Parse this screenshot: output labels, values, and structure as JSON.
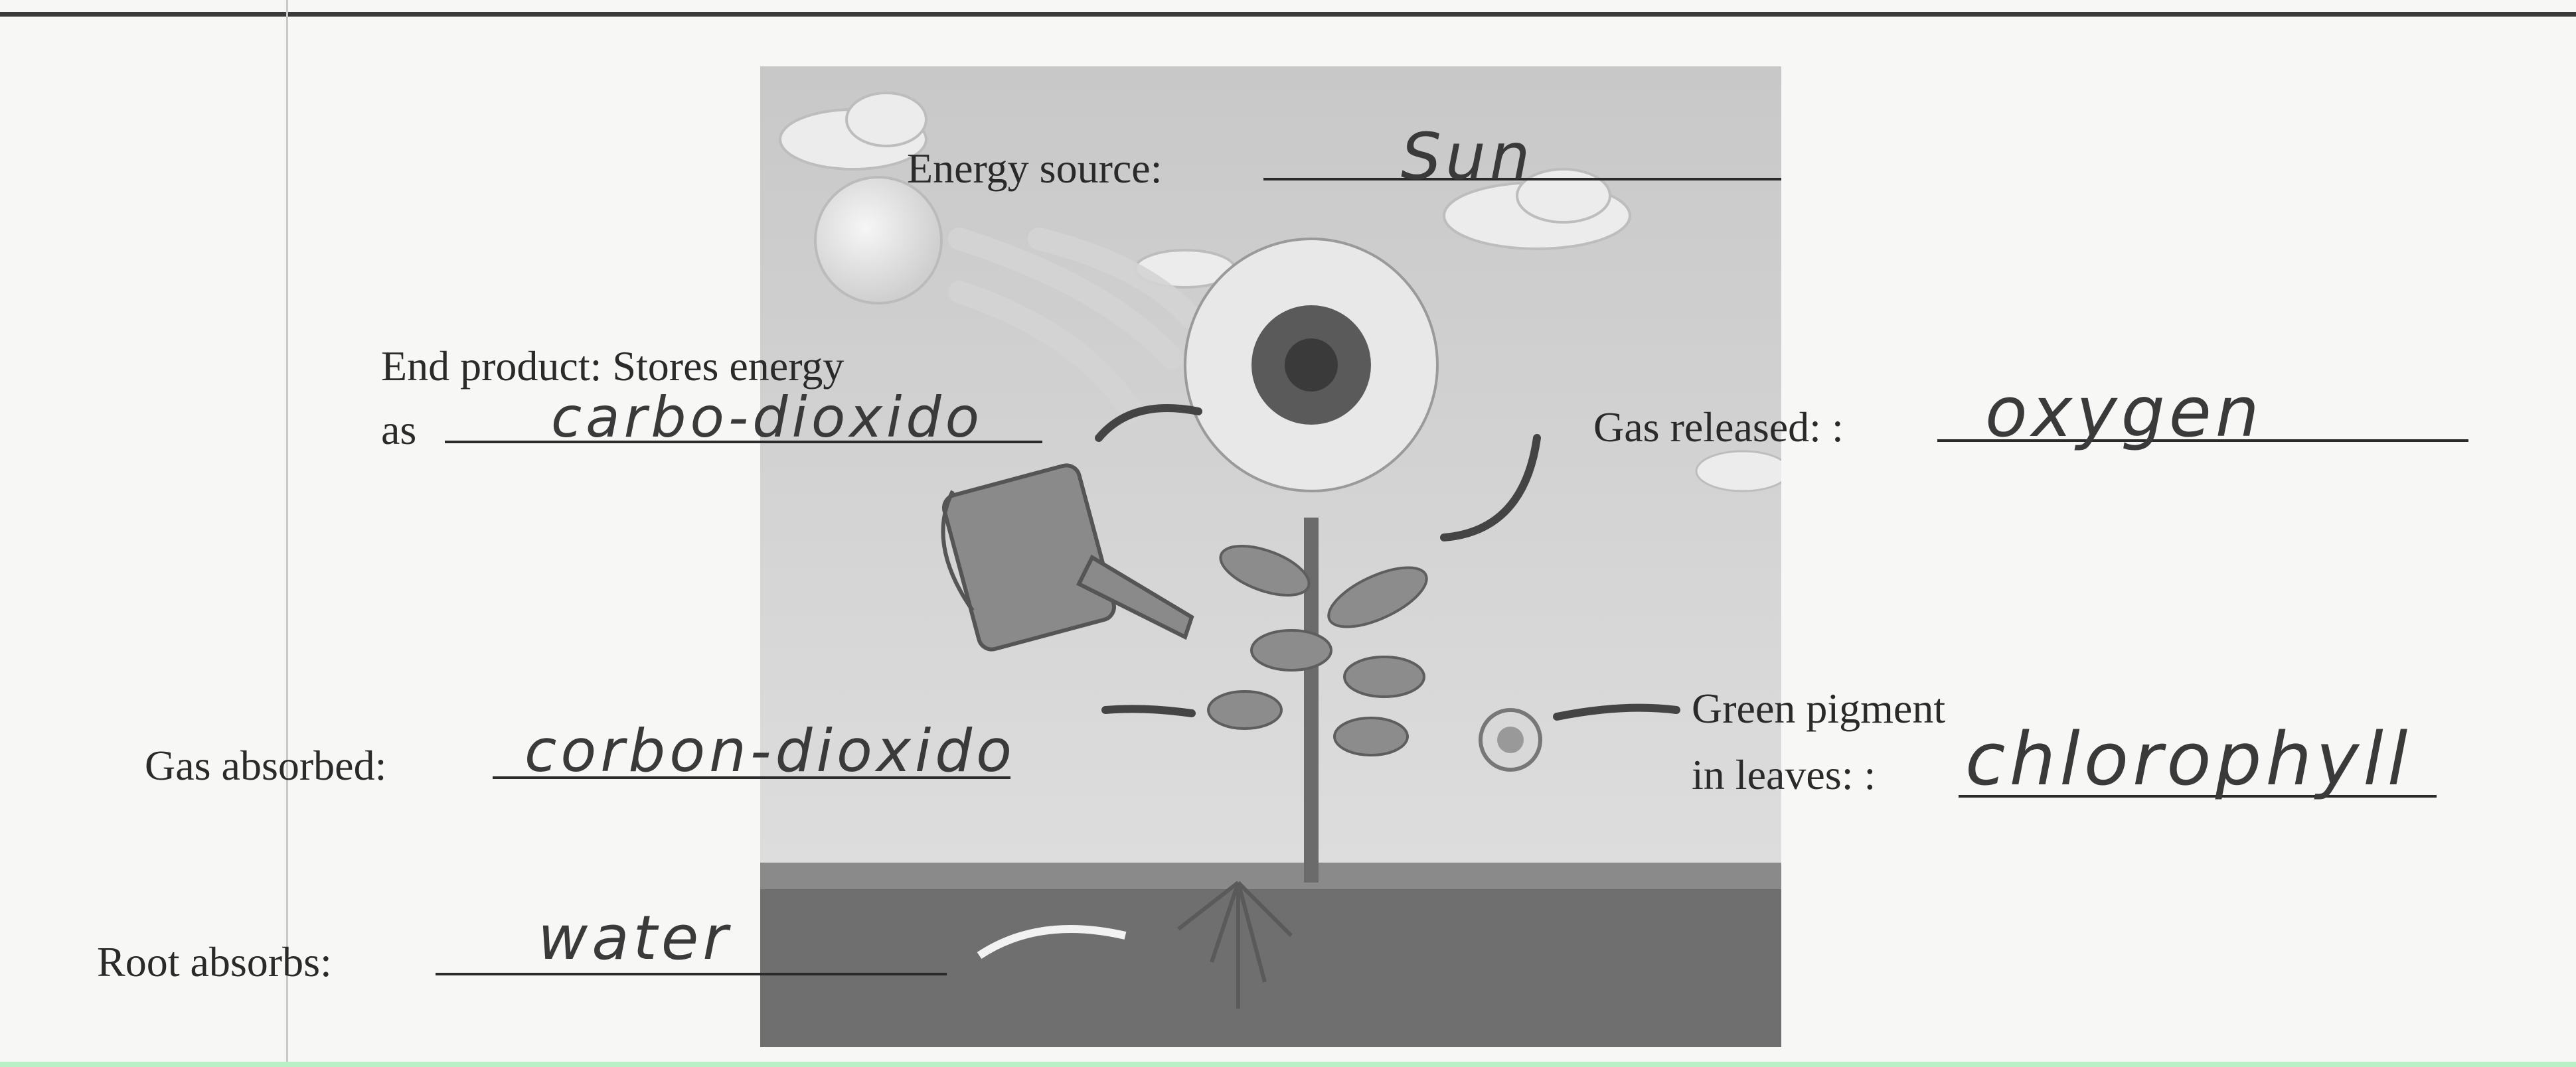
{
  "worksheet": {
    "labels": {
      "energy_source": "Energy source:",
      "end_product_line1": "End product: Stores energy",
      "end_product_line2": "as",
      "gas_released": "Gas released: :",
      "gas_absorbed": "Gas absorbed:",
      "green_pigment_line1": "Green pigment",
      "green_pigment_line2": "in leaves: :",
      "root_absorbs": "Root absorbs:"
    },
    "answers": {
      "energy_source": "Sun",
      "end_product": "carbo-dioxido",
      "gas_released": "oxygen",
      "gas_absorbed": "corbon-dioxido",
      "green_pigment": "chlorophyll",
      "root_absorbs": "water"
    }
  }
}
